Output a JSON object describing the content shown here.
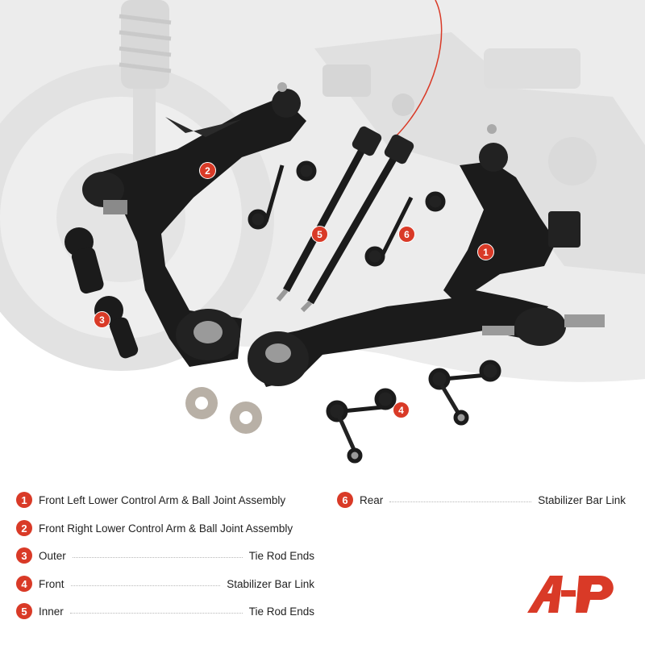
{
  "callouts": [
    "2",
    "3",
    "5",
    "6",
    "1",
    "4"
  ],
  "legend": [
    {
      "num": "1",
      "left": "Front Left Lower  Control Arm & Ball Joint Assembly",
      "right": ""
    },
    {
      "num": "2",
      "left": "Front Right Lower  Control Arm & Ball Joint Assembly",
      "right": ""
    },
    {
      "num": "3",
      "left": "Outer",
      "right": "Tie Rod Ends"
    },
    {
      "num": "4",
      "left": "Front",
      "right": "Stabilizer Bar Link"
    },
    {
      "num": "5",
      "left": "Inner",
      "right": "Tie Rod Ends"
    },
    {
      "num": "6",
      "left": "Rear",
      "right": "Stabilizer Bar Link"
    }
  ],
  "colors": {
    "accent": "#d93a27",
    "text": "#222222",
    "part": "#1b1b1b",
    "background_scene": "#e9e9e9"
  },
  "icons": [
    "a-premium-logo-icon"
  ]
}
